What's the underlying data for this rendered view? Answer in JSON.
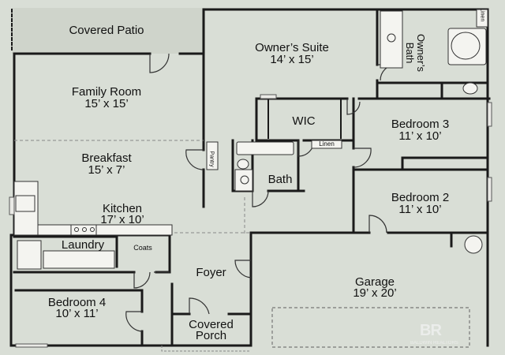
{
  "rooms": {
    "covered_patio": {
      "name": "Covered Patio"
    },
    "owners_suite": {
      "name": "Owner’s Suite",
      "size": "14’ x 15’"
    },
    "owners_bath": {
      "name": "Owner’s Bath"
    },
    "family_room": {
      "name": "Family Room",
      "size": "15’ x 15’"
    },
    "wic": {
      "name": "WIC"
    },
    "bedroom_3": {
      "name": "Bedroom 3",
      "size": "11’ x 10’"
    },
    "breakfast": {
      "name": "Breakfast",
      "size": "15’ x 7’"
    },
    "pantry": {
      "name": "Pantry"
    },
    "linen_bath": {
      "name": "Linen"
    },
    "linen_suite": {
      "name": "Linen"
    },
    "bath": {
      "name": "Bath"
    },
    "bedroom_2": {
      "name": "Bedroom 2",
      "size": "11’ x 10’"
    },
    "kitchen": {
      "name": "Kitchen",
      "size": "17’ x 10’"
    },
    "laundry": {
      "name": "Laundry"
    },
    "coats": {
      "name": "Coats"
    },
    "foyer": {
      "name": "Foyer"
    },
    "garage": {
      "name": "Garage",
      "size": "19’ x 20’"
    },
    "bedroom_4": {
      "name": "Bedroom 4",
      "size": "10’ x 11’"
    },
    "covered_porch": {
      "name": "Covered Porch"
    }
  },
  "watermark": {
    "logo": "BR",
    "text": "BALDWIN REALTORS"
  },
  "colors": {
    "wall": "#1a1a1a",
    "floor": "#d9ded6",
    "patio": "#cdd2c9",
    "fixture": "#f4f4f0"
  }
}
